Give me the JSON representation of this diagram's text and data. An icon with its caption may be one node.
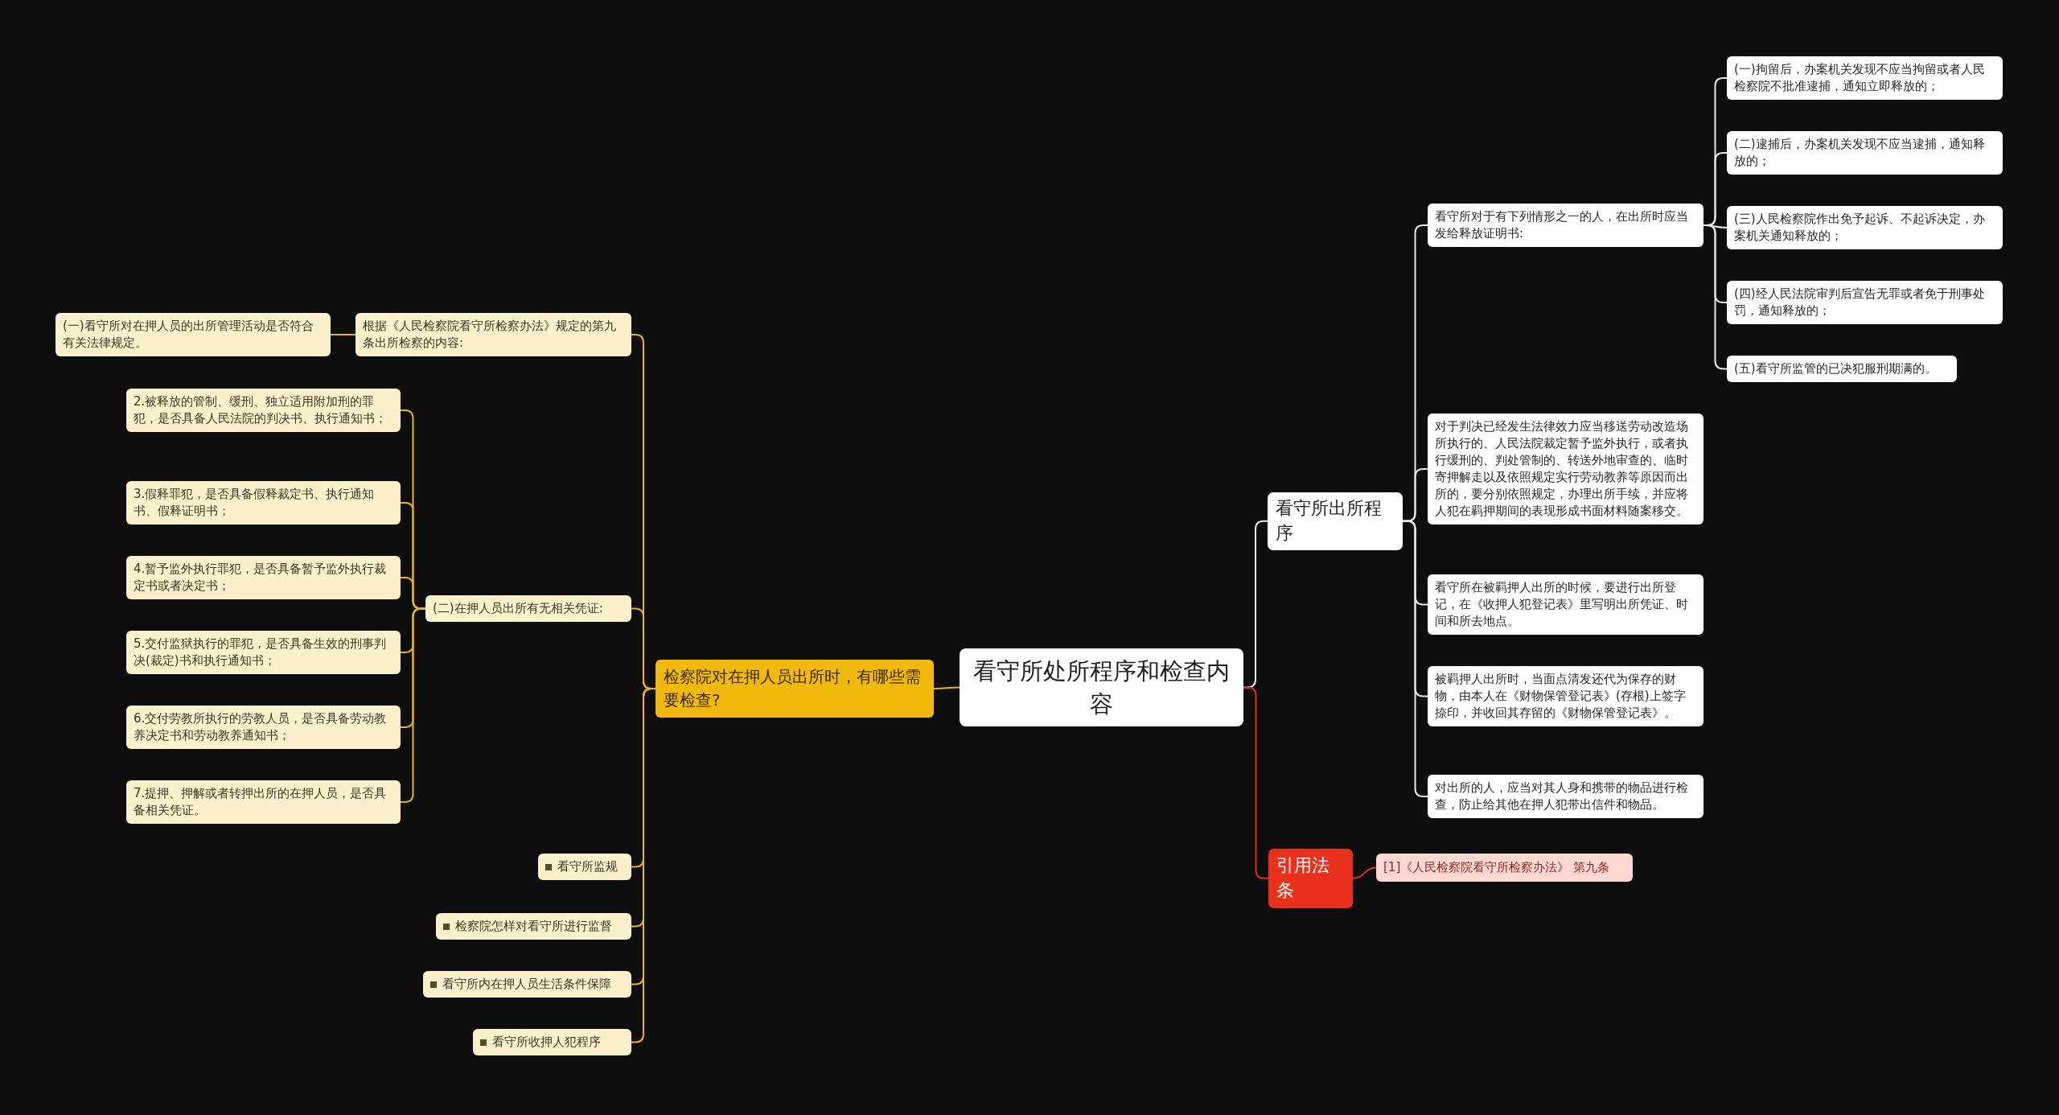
{
  "diagram": {
    "nodes": [
      {
        "text": [
          "看守所处所程序和检查内容"
        ]
      },
      {
        "text": [
          "检察院对在押人员出所时，有哪些需要检查?"
        ]
      },
      {
        "text": [
          "根据《人民检察院看守所检察办法》规定的第九条出所检察的内容:"
        ]
      },
      {
        "text": [
          "(一)看守所对在押人员的出所管理活动是否符合有关法律规定。"
        ]
      },
      {
        "text": [
          "(二)在押人员出所有无相关凭证:"
        ]
      },
      {
        "text": [
          "2.被释放的管制、缓刑、独立适用附加刑的罪犯，是否具备人民法院的判决书、执行通知书；"
        ]
      },
      {
        "text": [
          "3.假释罪犯，是否具备假释裁定书、执行通知书、假释证明书；"
        ]
      },
      {
        "text": [
          "4.暂予监外执行罪犯，是否具备暂予监外执行裁定书或者决定书；"
        ]
      },
      {
        "text": [
          "5.交付监狱执行的罪犯，是否具备生效的刑事判决(裁定)书和执行通知书；"
        ]
      },
      {
        "text": [
          "6.交付劳教所执行的劳教人员，是否具备劳动教养决定书和劳动教养通知书；"
        ]
      },
      {
        "text": [
          "7.提押、押解或者转押出所的在押人员，是否具备相关凭证。"
        ]
      },
      {
        "text": [
          "看守所监规"
        ]
      },
      {
        "text": [
          "检察院怎样对看守所进行监督"
        ]
      },
      {
        "text": [
          "看守所内在押人员生活条件保障"
        ]
      },
      {
        "text": [
          "看守所收押人犯程序"
        ]
      },
      {
        "text": [
          "看守所出所程序"
        ]
      },
      {
        "text": [
          "看守所对于有下列情形之一的人，在出所时应当发给释放证明书:"
        ]
      },
      {
        "text": [
          "(一)拘留后，办案机关发现不应当拘留或者人民检察院不批准逮捕，通知立即释放的；"
        ]
      },
      {
        "text": [
          "(二)逮捕后，办案机关发现不应当逮捕，通知释放的；"
        ]
      },
      {
        "text": [
          "(三)人民检察院作出免予起诉、不起诉决定，办案机关通知释放的；"
        ]
      },
      {
        "text": [
          "(四)经人民法院审判后宣告无罪或者免于刑事处罚，通知释放的；"
        ]
      },
      {
        "text": [
          "(五)看守所监管的已决犯服刑期满的。"
        ]
      },
      {
        "text": [
          "对于判决已经发生法律效力应当移送劳动改造场所执行的、人民法院裁定暂予监外执行，或者执行缓刑的、判处管制的、转送外地审查的、临时寄押解走以及依照规定实行劳动教养等原因而出所的，要分别依照规定，办理出所手续，并应将人犯在羁押期间的表现形成书面材料随案移交。"
        ]
      },
      {
        "text": [
          "看守所在被羁押人出所的时候，要进行出所登记，在《收押人犯登记表》里写明出所凭证、时间和所去地点。"
        ]
      },
      {
        "text": [
          "被羁押人出所时，当面点清发还代为保存的财物，由本人在《财物保管登记表》(存根)上签字捺印，并收回其存留的《财物保管登记表》。"
        ]
      },
      {
        "text": [
          "对出所的人，应当对其人身和携带的物品进行检查，防止给其他在押人犯带出信件和物品。"
        ]
      },
      {
        "text": [
          "引用法条"
        ]
      },
      {
        "text": [
          "[1]《人民检察院看守所检察办法》 第九条"
        ]
      }
    ],
    "edges": [
      {
        "from": 0,
        "to": 1,
        "arrow": "none"
      },
      {
        "from": 1,
        "to": 2,
        "arrow": "none"
      },
      {
        "from": 2,
        "to": 3,
        "arrow": "none"
      },
      {
        "from": 1,
        "to": 4,
        "arrow": "none"
      },
      {
        "from": 4,
        "to": 5,
        "arrow": "none"
      },
      {
        "from": 4,
        "to": 6,
        "arrow": "none"
      },
      {
        "from": 4,
        "to": 7,
        "arrow": "none"
      },
      {
        "from": 4,
        "to": 8,
        "arrow": "none"
      },
      {
        "from": 4,
        "to": 9,
        "arrow": "none"
      },
      {
        "from": 4,
        "to": 10,
        "arrow": "none"
      },
      {
        "from": 1,
        "to": 11,
        "arrow": "none"
      },
      {
        "from": 1,
        "to": 12,
        "arrow": "none"
      },
      {
        "from": 1,
        "to": 13,
        "arrow": "none"
      },
      {
        "from": 1,
        "to": 14,
        "arrow": "none"
      },
      {
        "from": 0,
        "to": 15,
        "arrow": "none",
        "color": "#e8e8e8"
      },
      {
        "from": 15,
        "to": 16,
        "arrow": "none",
        "color": "#e8e8e8"
      },
      {
        "from": 16,
        "to": 17,
        "arrow": "none",
        "color": "#e8e8e8"
      },
      {
        "from": 16,
        "to": 18,
        "arrow": "none",
        "color": "#e8e8e8"
      },
      {
        "from": 16,
        "to": 19,
        "arrow": "none",
        "color": "#e8e8e8"
      },
      {
        "from": 16,
        "to": 20,
        "arrow": "none",
        "color": "#e8e8e8"
      },
      {
        "from": 16,
        "to": 21,
        "arrow": "none",
        "color": "#e8e8e8"
      },
      {
        "from": 15,
        "to": 22,
        "arrow": "none",
        "color": "#e8e8e8"
      },
      {
        "from": 15,
        "to": 23,
        "arrow": "none",
        "color": "#e8e8e8"
      },
      {
        "from": 15,
        "to": 24,
        "arrow": "none",
        "color": "#e8e8e8"
      },
      {
        "from": 15,
        "to": 25,
        "arrow": "none",
        "color": "#e8e8e8"
      },
      {
        "from": 0,
        "to": 26,
        "arrow": "none",
        "color": "#d9301e"
      },
      {
        "from": 26,
        "to": 27,
        "arrow": "none",
        "color": "#d9301e"
      }
    ]
  }
}
